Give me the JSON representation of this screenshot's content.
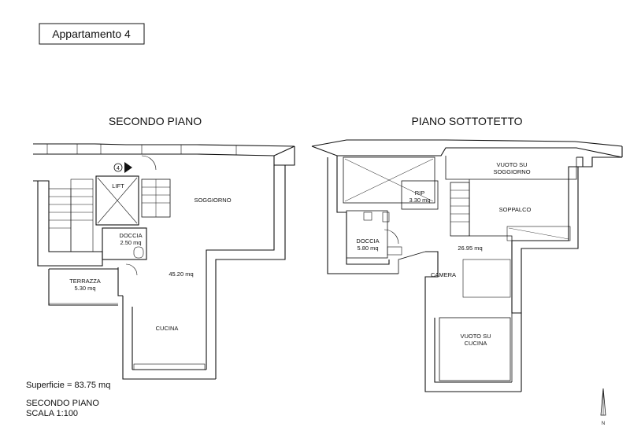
{
  "header": {
    "apartment_label": "Appartamento 4"
  },
  "floor_left": {
    "title": "SECONDO PIANO",
    "marker_number": "4",
    "rooms": {
      "lift": "LIFT",
      "soggiorno": "SOGGIORNO",
      "doccia": "DOCCIA",
      "doccia_area": "2.50 mq",
      "main_area": "45.20 mq",
      "terrazza": "TERRAZZA",
      "terrazza_area": "5.30 mq",
      "cucina": "CUCINA"
    }
  },
  "floor_right": {
    "title": "PIANO SOTTOTETTO",
    "rooms": {
      "vuoto_soggiorno_1": "VUOTO SU",
      "vuoto_soggiorno_2": "SOGGIORNO",
      "rip": "RIP",
      "rip_area": "3.30 mq",
      "soppalco": "SOPPALCO",
      "doccia": "DOCCIA",
      "doccia_area": "5.80 mq",
      "main_area": "26.95 mq",
      "camera": "CAMERA",
      "vuoto_cucina_1": "VUOTO SU",
      "vuoto_cucina_2": "CUCINA"
    }
  },
  "footer": {
    "surface": "Superficie = 83.75 mq",
    "floor_name": "SECONDO PIANO",
    "scale": "SCALA 1:100"
  },
  "north_label": "N"
}
